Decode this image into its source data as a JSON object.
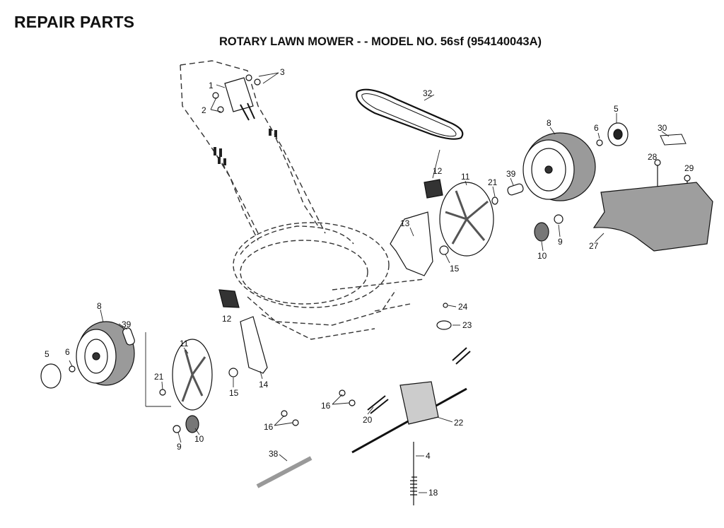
{
  "header": {
    "title": "REPAIR PARTS",
    "subtitle": "ROTARY LAWN MOWER - - MODEL NO. 56sf (954140043A)"
  },
  "callouts": {
    "c1": "1",
    "c2": "2",
    "c3": "3",
    "c32": "32",
    "c5r": "5",
    "c6r": "6",
    "c8r": "8",
    "c30": "30",
    "c28": "28",
    "c29": "29",
    "c12r": "12",
    "c11r": "11",
    "c39r": "39",
    "c21r": "21",
    "c13": "13",
    "c15r": "15",
    "c10r": "10",
    "c9r": "9",
    "c27": "27",
    "c8l": "8",
    "c39l": "39",
    "c5l": "5",
    "c6l": "6",
    "c11l": "11",
    "c21l": "21",
    "c12l": "12",
    "c14": "14",
    "c15l": "15",
    "c9l": "9",
    "c10l": "10",
    "c24": "24",
    "c23": "23",
    "c16a": "16",
    "c16b": "16",
    "c20": "20",
    "c22": "22",
    "c4": "4",
    "c38": "38",
    "c18": "18"
  }
}
